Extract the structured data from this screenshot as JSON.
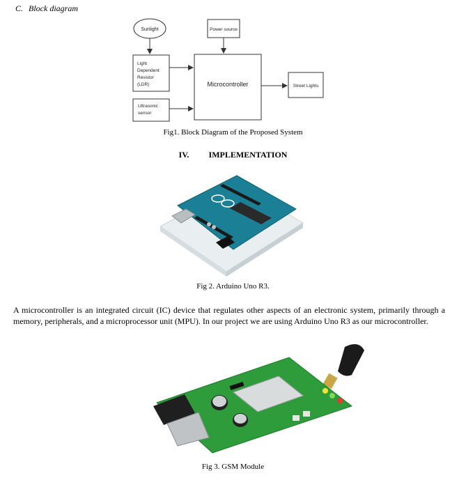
{
  "section": {
    "number": "C.",
    "title": "Block diagram"
  },
  "diagram": {
    "nodes": {
      "sunlight": "Sunlight",
      "power": "Power source",
      "ldr": [
        "Light",
        "Dependent",
        "Resistor",
        "(LDR)"
      ],
      "micro": "Microcontroller",
      "ultrasonic": [
        "Ultrasonic",
        "sensor"
      ],
      "street": "Street Lights"
    }
  },
  "fig1_caption": "Fig1. Block Diagram of the Proposed System",
  "heading": {
    "number": "IV.",
    "title": "IMPLEMENTATION"
  },
  "fig2_caption": "Fig 2. Arduino Uno R3.",
  "paragraph": "A microcontroller is an integrated circuit (IC) device that regulates other aspects of an electronic system, primarily through a memory, peripherals, and a microprocessor unit (MPU). In our project we are using Arduino Uno R3 as our microcontroller.",
  "fig3_caption": "Fig 3. GSM Module",
  "colors": {
    "arduino_board": "#1b7f95",
    "gsm_board": "#2e9c3b"
  }
}
